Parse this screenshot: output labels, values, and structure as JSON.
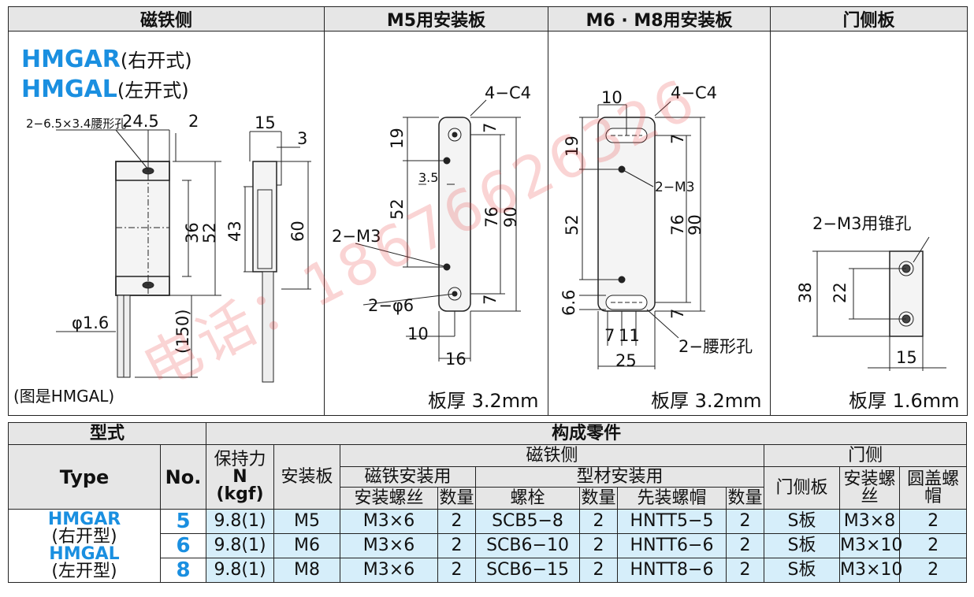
{
  "headers": {
    "magnet": "磁铁侧",
    "m5": "M5用安装板",
    "m6m8": "M6 · M8用安装板",
    "door": "门侧板"
  },
  "models": {
    "right_code": "HMGAR",
    "right_note": "(右开式)",
    "left_code": "HMGAL",
    "left_note": "(左开式)"
  },
  "magnet_dims": {
    "slot": "2−6.5×3.4腰形孔",
    "d24_5": "24.5",
    "d2": "2",
    "d15": "15",
    "d3": "3",
    "d36": "36",
    "d52": "52",
    "d43": "43",
    "d60": "60",
    "phi": "φ1.6",
    "d150": "(150)",
    "caption": "(图是HMGAL)"
  },
  "m5_dims": {
    "c4": "4−C4",
    "d19": "19",
    "d7a": "7",
    "d3_5": "3.5",
    "d52": "52",
    "d76": "76",
    "d90": "90",
    "m3": "2−M3",
    "phi6": "2−φ6",
    "d7b": "7",
    "d10": "10",
    "d16": "16",
    "thickness": "板厚 3.2mm"
  },
  "m6_dims": {
    "d10": "10",
    "c4": "4−C4",
    "d19": "19",
    "d7a": "7",
    "m3": "2−M3",
    "d52": "52",
    "d76": "76",
    "d90": "90",
    "d6_6": "6.6",
    "d7b": "7",
    "d7c": "7",
    "d11": "11",
    "d25": "25",
    "slot": "2−腰形孔",
    "thickness": "板厚 3.2mm"
  },
  "door_dims": {
    "m3": "2−M3用锥孔",
    "d38": "38",
    "d22": "22",
    "d15": "15",
    "thickness": "板厚 1.6mm"
  },
  "watermark": "电话：18676626326",
  "table": {
    "h_type_cn": "型式",
    "h_components": "构成零件",
    "h_type": "Type",
    "h_no": "No.",
    "h_hold": "保持力",
    "h_hold_unit": "N",
    "h_hold_unit2": "(kgf)",
    "h_plate": "安装板",
    "h_magnet_side": "磁铁侧",
    "h_door_side": "门侧",
    "h_magnet_mount": "磁铁安装用",
    "h_profile_mount": "型材安装用",
    "h_screw": "安装螺丝",
    "h_qty1": "数量",
    "h_bolt": "螺栓",
    "h_qty2": "数量",
    "h_nut": "先装螺帽",
    "h_qty3": "数量",
    "h_door_plate": "门侧板",
    "h_mount_screw": "安装螺丝",
    "h_cap_nut": "圆盖螺帽",
    "type_right": "HMGAR",
    "type_right_note": "(右开型)",
    "type_left": "HMGAL",
    "type_left_note": "(左开型)",
    "rows": [
      {
        "no": "5",
        "hold": "9.8(1)",
        "plate": "M5",
        "screw": "M3×6",
        "qty1": "2",
        "bolt": "SCB5−8",
        "qty2": "2",
        "nut": "HNTT5−5",
        "qty3": "2",
        "door": "S板",
        "mscrew": "M3×8",
        "cap": "2"
      },
      {
        "no": "6",
        "hold": "9.8(1)",
        "plate": "M6",
        "screw": "M3×6",
        "qty1": "2",
        "bolt": "SCB6−10",
        "qty2": "2",
        "nut": "HNTT6−6",
        "qty3": "2",
        "door": "S板",
        "mscrew": "M3×10",
        "cap": "2"
      },
      {
        "no": "8",
        "hold": "9.8(1)",
        "plate": "M8",
        "screw": "M3×6",
        "qty1": "2",
        "bolt": "SCB6−15",
        "qty2": "2",
        "nut": "HNTT8−6",
        "qty3": "2",
        "door": "S板",
        "mscrew": "M3×10",
        "cap": "2"
      }
    ]
  }
}
